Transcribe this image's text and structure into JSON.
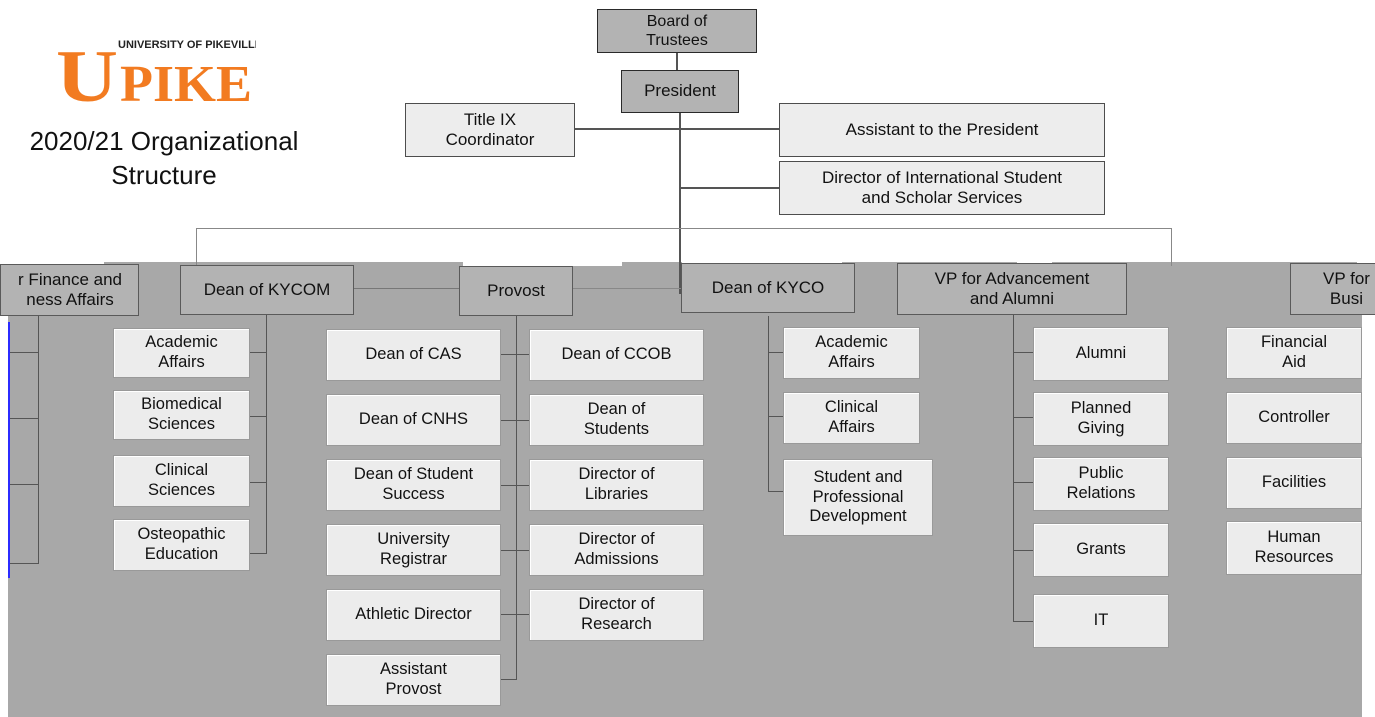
{
  "logo": {
    "university": "UNIVERSITY OF PIKEVILLE",
    "word": "UPIKE",
    "color": "#f27b21"
  },
  "page_title": "2020/21 Organizational\nStructure",
  "top": {
    "board": "Board of\nTrustees",
    "president": "President",
    "title_ix": "Title IX\nCoordinator",
    "assistant": "Assistant to the President",
    "international": "Director of International Student\nand Scholar Services"
  },
  "level2": {
    "vp_finance": "r Finance and\nness Affairs",
    "dean_kycom": "Dean of KYCOM",
    "provost": "Provost",
    "dean_kyco": "Dean of KYCO",
    "vp_advancement": "VP for Advancement\nand Alumni",
    "vp_business": "VP for\nBusi"
  },
  "kycom": [
    "Academic\nAffairs",
    "Biomedical\nSciences",
    "Clinical\nSciences",
    "Osteopathic\nEducation"
  ],
  "provost_left": [
    "Dean of CAS",
    "Dean of CNHS",
    "Dean of Student\nSuccess",
    "University\nRegistrar",
    "Athletic Director",
    "Assistant\nProvost"
  ],
  "provost_right": [
    "Dean of CCOB",
    "Dean of\nStudents",
    "Director of\nLibraries",
    "Director of\nAdmissions",
    "Director of\nResearch"
  ],
  "kyco": [
    "Academic\nAffairs",
    "Clinical\nAffairs",
    "Student and\nProfessional\nDevelopment"
  ],
  "advancement": [
    "Alumni",
    "Planned\nGiving",
    "Public\nRelations",
    "Grants",
    "IT"
  ],
  "business": [
    "Financial\nAid",
    "Controller",
    "Facilities",
    "Human\nResources"
  ],
  "colors": {
    "background": "#ffffff",
    "panel": "#a8a8a8",
    "box": "#ededed",
    "header_box": "#b3b3b3",
    "accent_orange": "#f27b21"
  }
}
